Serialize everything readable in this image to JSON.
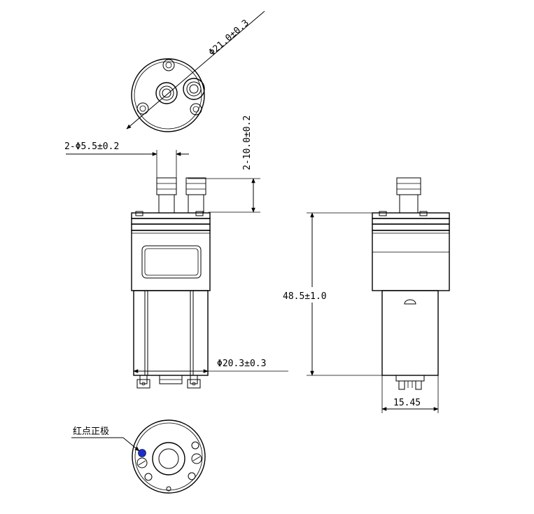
{
  "dimensions": {
    "top_diameter": "Φ21.0±0.3",
    "port_diameter": "2-Φ5.5±0.2",
    "port_height": "2-10.0±0.2",
    "body_length": "48.5±1.0",
    "body_diameter": "Φ20.3±0.3",
    "flat_width": "15.45"
  },
  "annotations": {
    "red_dot_note": "红点正极"
  },
  "colors": {
    "line": "#000000",
    "positive_dot": "#1a2fd0",
    "background": "#ffffff"
  }
}
